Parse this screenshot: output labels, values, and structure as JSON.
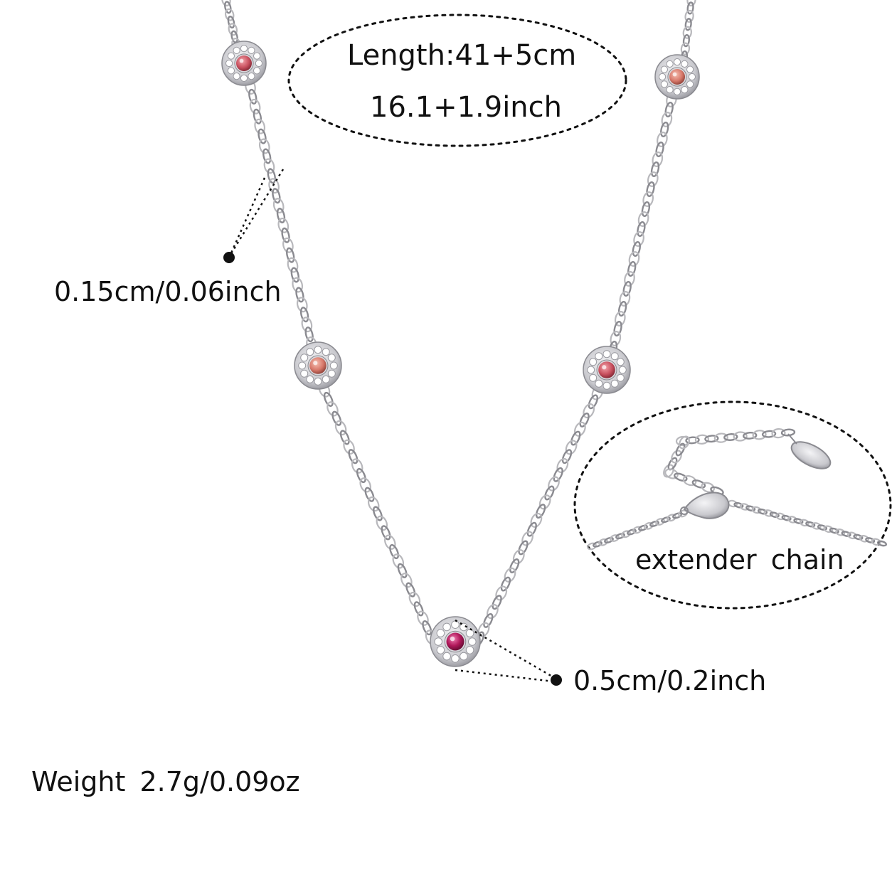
{
  "annotations": {
    "length_line1": "Length:41+5cm",
    "length_line2": "16.1+1.9inch",
    "chain_width": "0.15cm/0.06inch",
    "pendant_size": "0.5cm/0.2inch",
    "extender": "extender chain",
    "weight": "Weight 2.7g/0.09oz"
  },
  "colors": {
    "metal": "#b8b8bc",
    "metal_dark": "#8a8a90",
    "stone_pink": "#c8505e",
    "stone_peach": "#d7786a",
    "stone_magenta": "#b0185a",
    "cz": "#ffffff",
    "ink": "#111111"
  }
}
